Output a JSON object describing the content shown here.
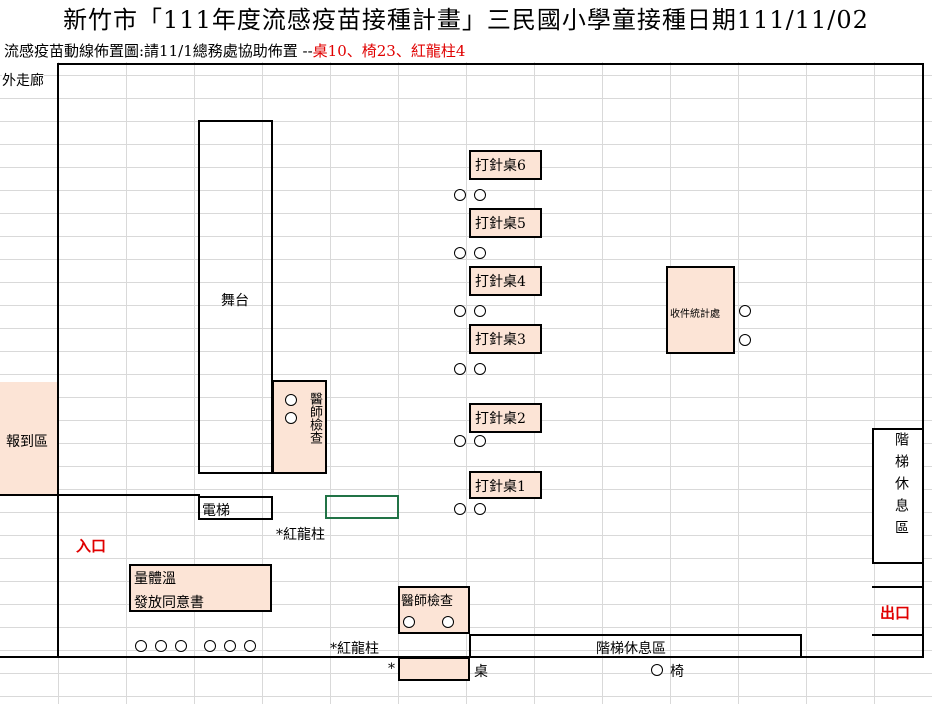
{
  "title": "新竹市「111年度流感疫苗接種計畫」三民國小學童接種日期111/11/02",
  "subtitle": {
    "main": "流感疫苗動線佈置圖:請11/1總務處協助佈置 --",
    "items": "桌10、椅23、紅龍柱4"
  },
  "areas": {
    "outer_corridor": "外走廊",
    "stage": "舞台",
    "registration": "報到區",
    "doctor_check_vertical": "醫師檢查",
    "elevator": "電梯",
    "entrance": "入口",
    "temp_line1": "量體溫",
    "temp_line2": "發放同意書",
    "doctor_check_bottom": "醫師檢查",
    "stairs_rest_right": "階梯休息區",
    "stairs_rest_bottom": "階梯休息區",
    "exit": "出口",
    "collect_stats": "收件統計處",
    "stanchion1": "*紅龍柱",
    "stanchion2": "*紅龍柱"
  },
  "desks": [
    "打針桌6",
    "打針桌5",
    "打針桌4",
    "打針桌3",
    "打針桌2",
    "打針桌1"
  ],
  "legend": {
    "star": "*",
    "desk": "桌",
    "chair": "椅"
  }
}
